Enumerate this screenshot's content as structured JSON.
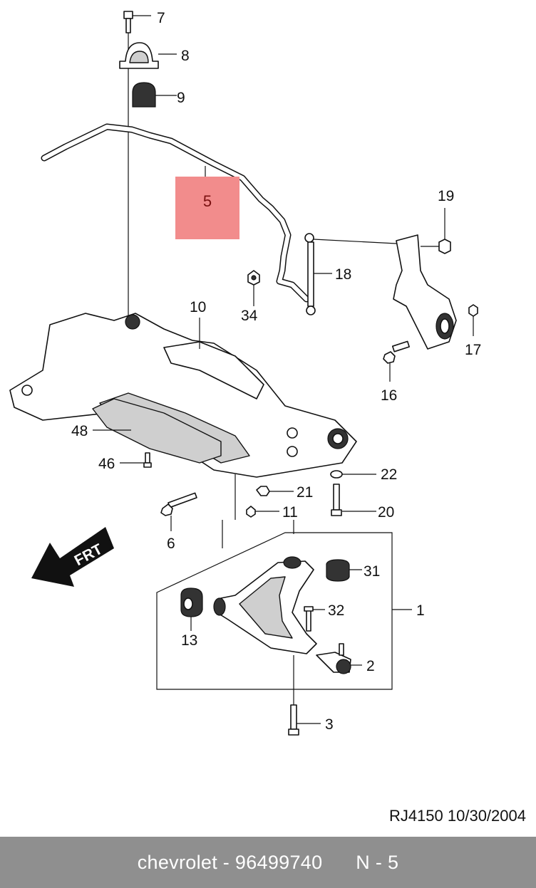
{
  "callouts": {
    "c1": "1",
    "c2": "2",
    "c3": "3",
    "c5": "5",
    "c6": "6",
    "c7": "7",
    "c8": "8",
    "c9": "9",
    "c10": "10",
    "c11": "11",
    "c13": "13",
    "c16": "16",
    "c17": "17",
    "c18": "18",
    "c19": "19",
    "c20": "20",
    "c21": "21",
    "c22": "22",
    "c31": "31",
    "c32": "32",
    "c34": "34",
    "c46": "46",
    "c48": "48"
  },
  "highlight": {
    "label": "5",
    "color": "#f28c8c"
  },
  "direction_arrow": {
    "label": "FRT"
  },
  "reference": "RJ4150  10/30/2004",
  "footer": {
    "brand": "chevrolet",
    "separator": " - ",
    "part_number": "96499740",
    "position": "N - 5",
    "background": "#8f8f8f"
  }
}
